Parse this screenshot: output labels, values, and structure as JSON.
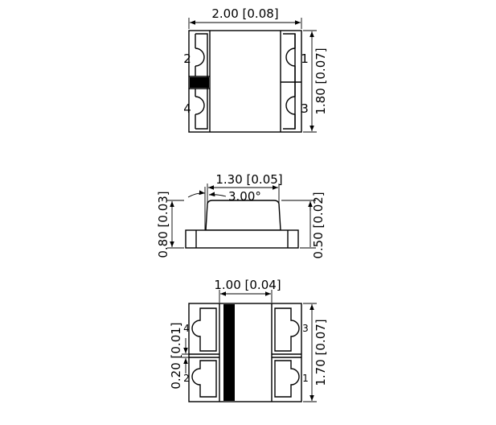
{
  "top_view": {
    "width_dim": "2.00 [0.08]",
    "height_dim": "1.80 [0.07]",
    "pins": [
      "1",
      "2",
      "3",
      "4"
    ]
  },
  "side_view": {
    "width_dim": "1.30 [0.05]",
    "angle_dim": "3.00°",
    "height_dim": "0.80 [0.03]",
    "base_dim": "0.50 [0.02]"
  },
  "bottom_view": {
    "width_dim": "1.00 [0.04]",
    "height_dim": "1.70 [0.07]",
    "gap_dim": "0.20 [0.01]",
    "pins": [
      "1",
      "2",
      "3",
      "4"
    ]
  }
}
